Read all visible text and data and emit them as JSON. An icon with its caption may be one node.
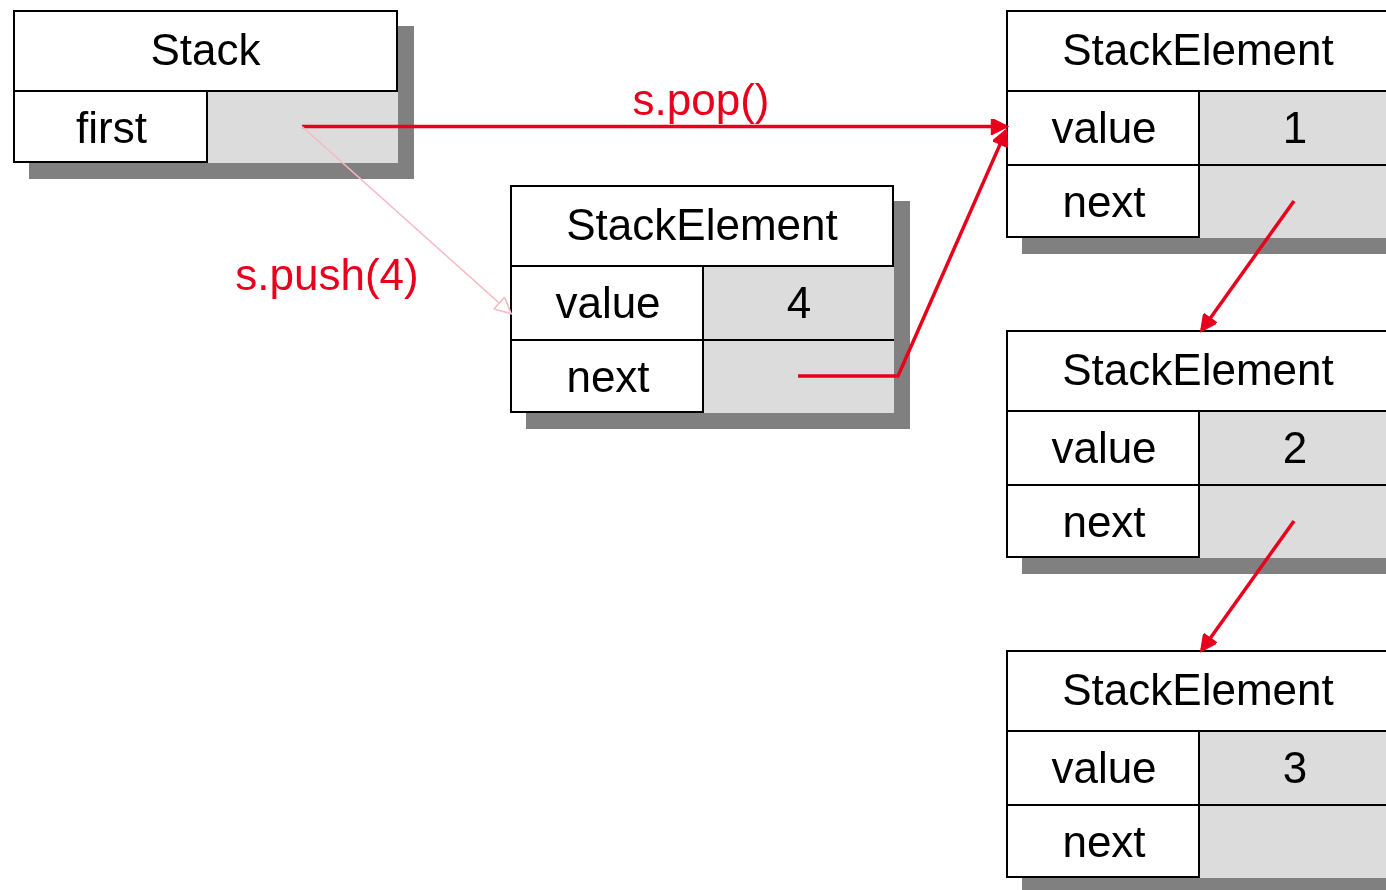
{
  "diagram": {
    "nodes": [
      {
        "text": [
          "Stack",
          "first"
        ]
      },
      {
        "text": [],
        "shape": "box",
        "in": 0
      },
      {
        "text": [
          "StackElement",
          "value",
          "next"
        ]
      },
      {
        "text": [
          "4"
        ],
        "in": 2
      },
      {
        "text": [],
        "shape": "box",
        "in": 2
      },
      {
        "text": [
          "StackElement",
          "value",
          "next"
        ]
      },
      {
        "text": [
          "1"
        ],
        "in": 5
      },
      {
        "text": [],
        "shape": "box",
        "in": 5
      },
      {
        "text": [
          "StackElement",
          "value",
          "next"
        ]
      },
      {
        "text": [
          "2"
        ],
        "in": 8
      },
      {
        "text": [],
        "shape": "box",
        "in": 8
      },
      {
        "text": [
          "StackElement",
          "value",
          "next"
        ]
      },
      {
        "text": [
          "3"
        ],
        "in": 11
      },
      {
        "text": [],
        "shape": "box",
        "in": 11
      }
    ],
    "edges": [
      {
        "from": 1,
        "to": 5,
        "arrow": "to",
        "label": "s.pop()"
      },
      {
        "from": 1,
        "to": 2,
        "arrow": "to",
        "label": "s.push(4)",
        "color": "#f7b9c2"
      },
      {
        "from": 4,
        "to": 5,
        "arrow": "to"
      },
      {
        "from": 7,
        "to": 8,
        "arrow": "to"
      },
      {
        "from": 10,
        "to": 11,
        "arrow": "to"
      }
    ]
  }
}
